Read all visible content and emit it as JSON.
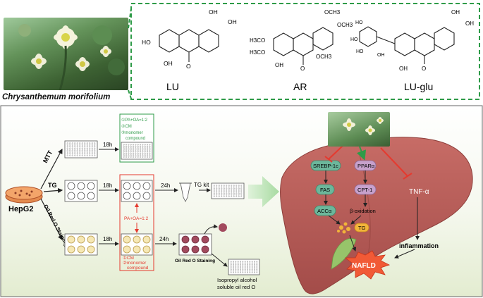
{
  "top": {
    "species_name": "Chrysanthemum morifolium",
    "compounds": [
      {
        "label": "LU",
        "substituents": [
          "HO",
          "OH",
          "OH",
          "OH",
          "O"
        ]
      },
      {
        "label": "AR",
        "substituents": [
          "H3CO",
          "H3CO",
          "OCH3",
          "OCH3",
          "OCH3",
          "OH",
          "O"
        ]
      },
      {
        "label": "LU-glu",
        "substituents": [
          "HO",
          "HO",
          "HO",
          "OH",
          "OH",
          "OH",
          "O",
          "OH"
        ]
      }
    ]
  },
  "workflow": {
    "cell_line": "HepG2",
    "branch_labels": {
      "mtt": "MTT",
      "tg": "TG",
      "oil": "Oil Red O Staining"
    },
    "time_labels": {
      "mtt_18h": "18h",
      "tg_18h": "18h",
      "oil_18h": "18h",
      "tg_24h": "24h",
      "oil_24h": "24h"
    },
    "mtt_treatment": [
      "①PA+OA=1:2",
      "②CM",
      "③monomer",
      "compound"
    ],
    "induction_label": "PA+OA=1:2",
    "treatment": [
      "①CM",
      "②monomer",
      "compound"
    ],
    "tg_kit": "TG kit",
    "oil_red_label": "Oil Red O Staining",
    "extraction_label": [
      "Isopropyl alcohol",
      "soluble oil red O"
    ]
  },
  "liver": {
    "nodes": {
      "srebp": "SREBP-1c",
      "ppar": "PPARα",
      "fas": "FAS",
      "cpt": "CPT-1",
      "acc": "ACCα",
      "beta": "β-oxidation",
      "tg": "TG",
      "tnf": "TNF-α",
      "inflammation": "inflammation",
      "nafld": "NAFLD"
    }
  },
  "colors": {
    "dashed_frame": "#2e9b48",
    "liver": "#b85a56",
    "lower_panel_bottom": "#e3ecd0",
    "srebp_box": "#6cb79b",
    "ppar_box": "#c7a1cc",
    "inhibit_red": "#e53a2f",
    "nafld": "#f15a36"
  }
}
